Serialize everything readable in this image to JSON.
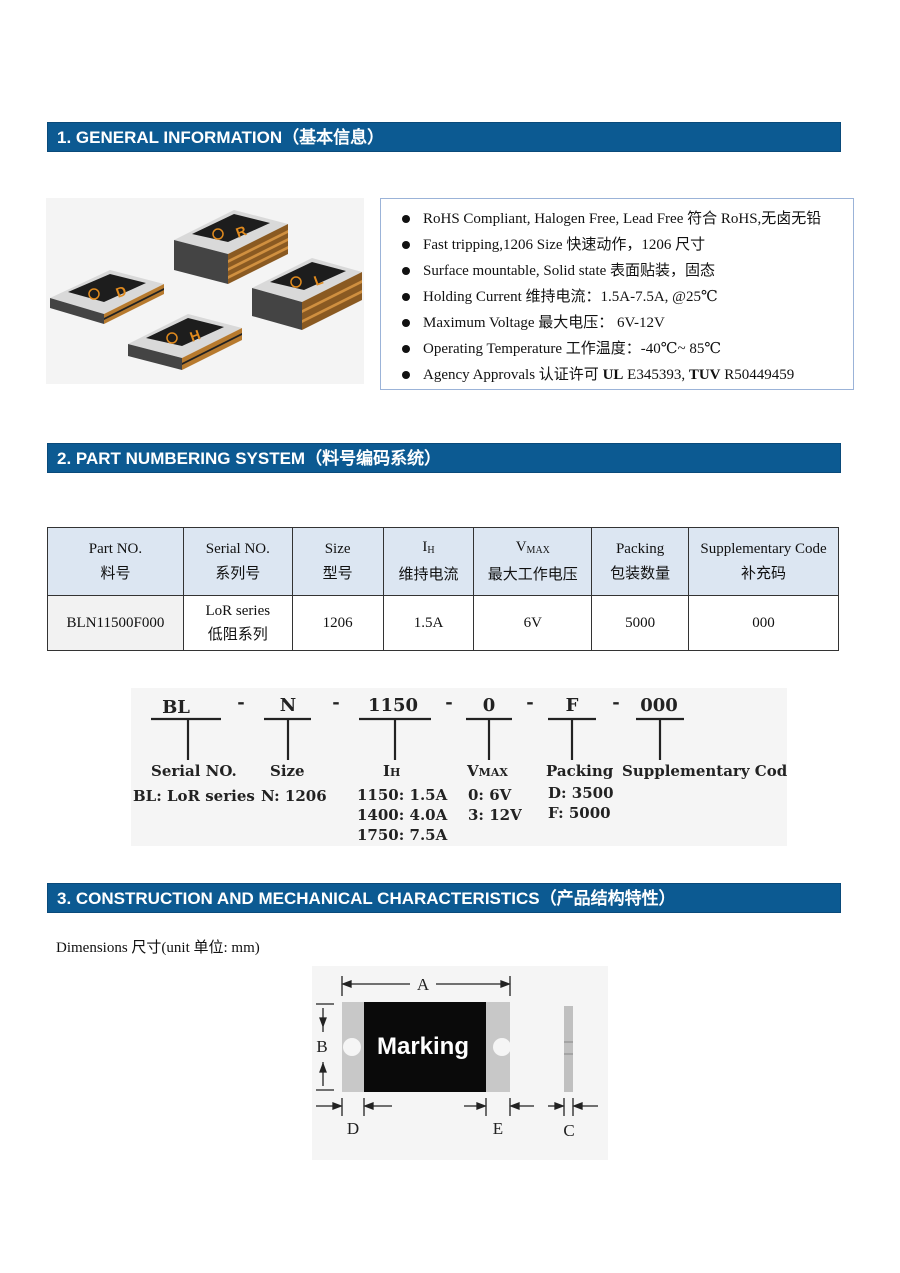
{
  "sections": {
    "s1": "1. GENERAL INFORMATION（基本信息）",
    "s2": "2. PART NUMBERING SYSTEM（料号编码系统）",
    "s3": "3. CONSTRUCTION AND MECHANICAL CHARACTERISTICS（产品结构特性）"
  },
  "chips": [
    "D",
    "R",
    "L",
    "H"
  ],
  "features": [
    "RoHS Compliant, Halogen Free, Lead Free 符合 RoHS,无卤无铅",
    "Fast tripping,1206 Size 快速动作，1206 尺寸",
    "Surface mountable, Solid state  表面贴装，固态",
    "Holding Current 维持电流：1.5A-7.5A, @25℃",
    "Maximum Voltage 最大电压：  6V-12V",
    "Operating Temperature 工作温度：-40℃~ 85℃"
  ],
  "agency": {
    "prefix": "Agency Approvals 认证许可 ",
    "ul": "UL",
    "ul_no": " E345393, ",
    "tuv": "TUV",
    "tuv_no": " R50449459"
  },
  "table": {
    "headers": [
      {
        "en": "Part NO.",
        "cn": "料号"
      },
      {
        "en": "Serial NO.",
        "cn": "系列号"
      },
      {
        "en": "Size",
        "cn": "型号"
      },
      {
        "en": "I",
        "sub": "H",
        "cn": "维持电流"
      },
      {
        "en": "V",
        "sub": "MAX",
        "cn": "最大工作电压"
      },
      {
        "en": "Packing",
        "cn": "包装数量"
      },
      {
        "en": "Supplementary Code",
        "cn": "补充码"
      }
    ],
    "row": {
      "part": "BLN11500F000",
      "serial_en": "LoR series",
      "serial_cn": "低阻系列",
      "size": "1206",
      "ih": "1.5A",
      "vmax": "6V",
      "packing": "5000",
      "code": "000"
    }
  },
  "naming": {
    "tokens": [
      "BL",
      "N",
      "1150",
      "0",
      "F",
      "000"
    ],
    "dash": "-",
    "labels": [
      "Serial NO.",
      "Size",
      "I",
      "V",
      "Packing",
      "Supplementary Code"
    ],
    "label_subs": [
      "",
      "",
      "H",
      "MAX",
      "",
      ""
    ],
    "details": [
      [
        "BL: LoR series"
      ],
      [
        "N: 1206"
      ],
      [
        "1150: 1.5A",
        "1400: 4.0A",
        "1750: 7.5A"
      ],
      [
        "0: 6V",
        "3: 12V"
      ],
      [
        "D: 3500",
        "F: 5000"
      ],
      []
    ]
  },
  "dimensions": {
    "label": "Dimensions  尺寸(unit 单位: mm)",
    "marking": "Marking",
    "letters": {
      "a": "A",
      "b": "B",
      "c": "C",
      "d": "D",
      "e": "E"
    }
  }
}
